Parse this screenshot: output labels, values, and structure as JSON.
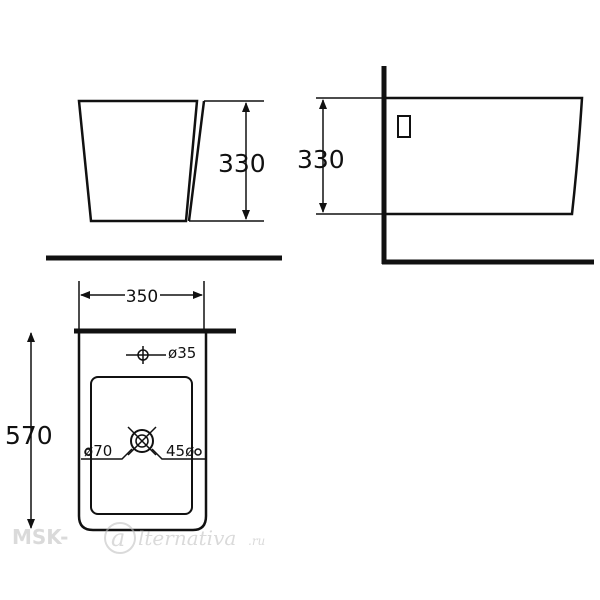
{
  "colors": {
    "line": "#111111",
    "watermark": "#c8c8c8"
  },
  "dimensions": {
    "front_height": "330",
    "side_height": "330",
    "top_width": "350",
    "top_length": "570"
  },
  "labels": {
    "hole_small": "35",
    "hole_drain": "70",
    "hole_side": "45"
  },
  "symbols": {
    "diameter": "ø"
  },
  "watermark": {
    "prefix": "MSK-",
    "letter": "a",
    "suffix": "lternativa",
    "domain": ".ru"
  }
}
